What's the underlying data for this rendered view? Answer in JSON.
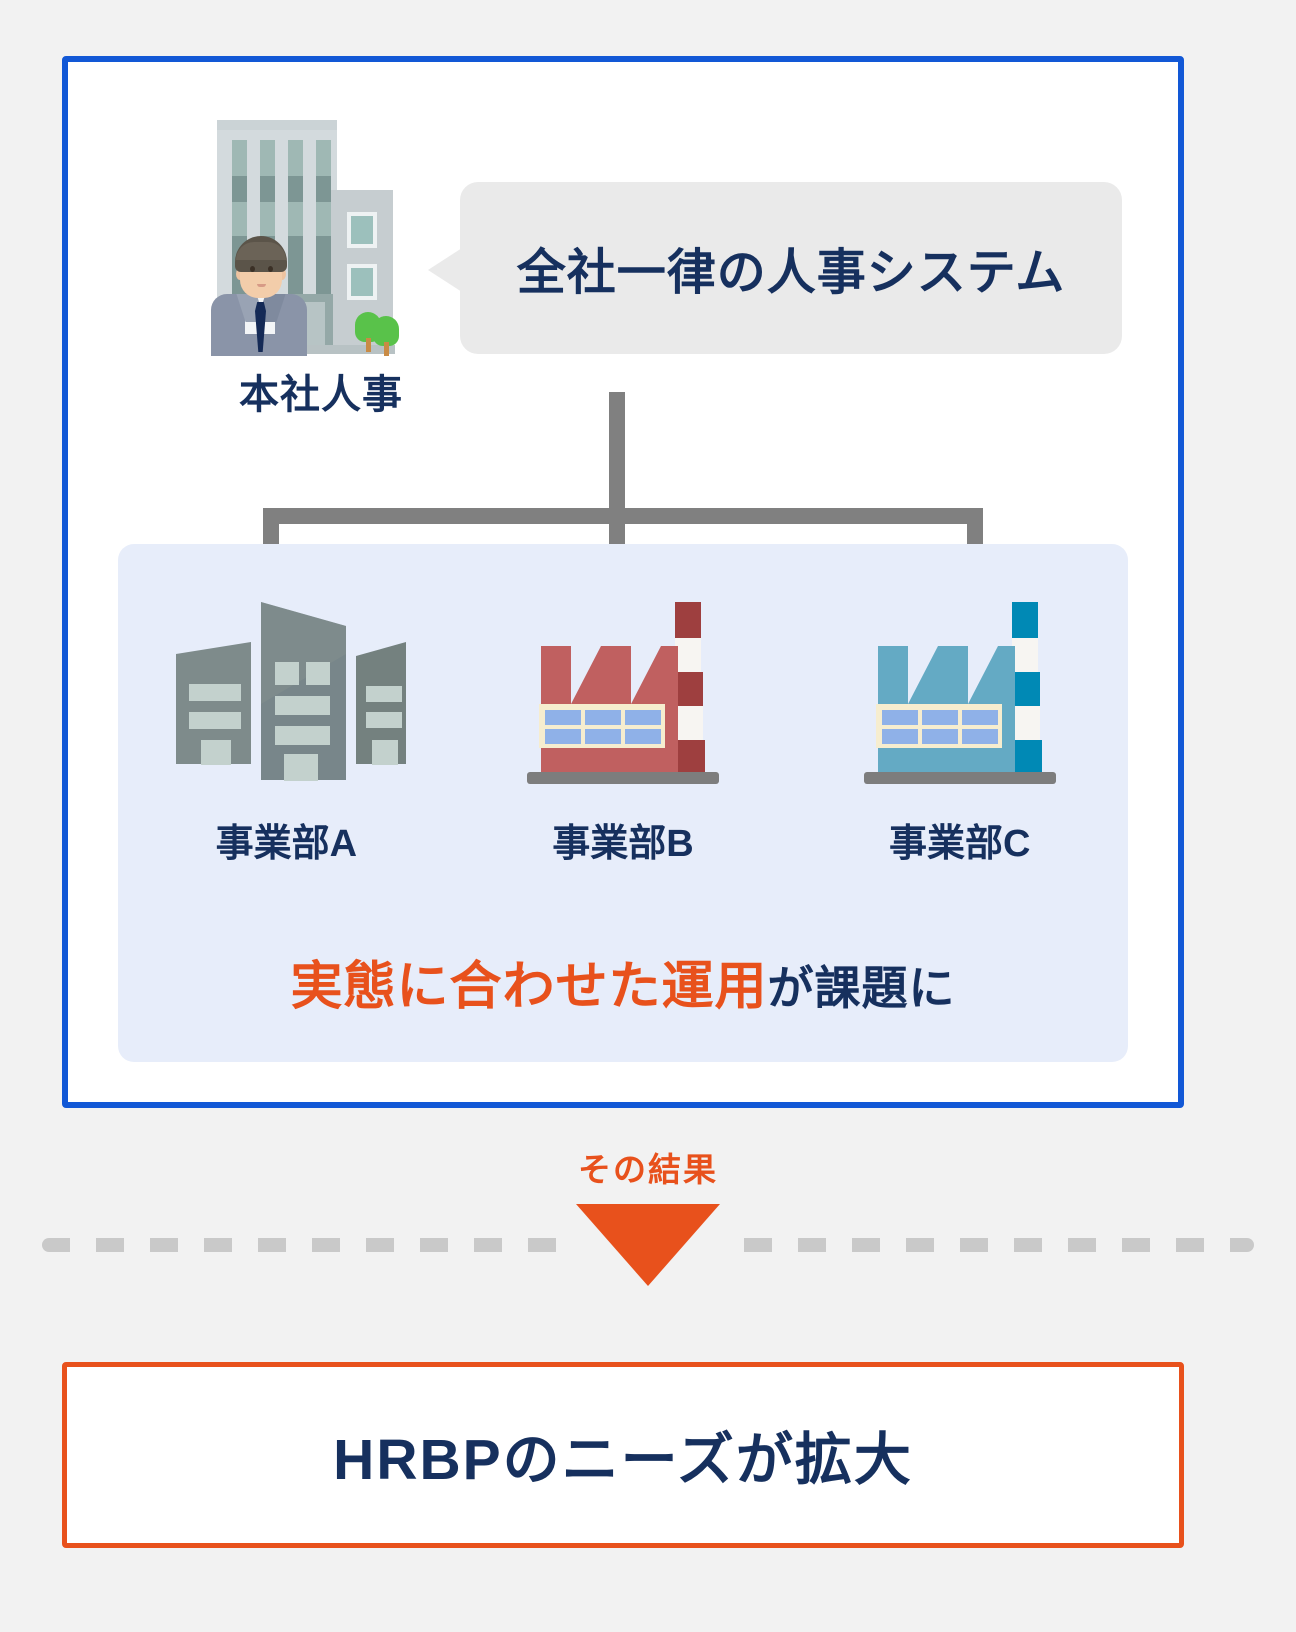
{
  "diagram": {
    "title_flow": "HRBP needs diagram",
    "hq": {
      "label": "本社人事",
      "bubble_text": "全社一律の人事システム",
      "icon": "office-building-with-businessman"
    },
    "divisions_panel": {
      "divisions": [
        {
          "label": "事業部A",
          "icon": "office-buildings-gray",
          "color": "#7e8b8b"
        },
        {
          "label": "事業部B",
          "icon": "factory-red",
          "color": "#c06060"
        },
        {
          "label": "事業部C",
          "icon": "factory-teal",
          "color": "#64aac4"
        }
      ],
      "issue_highlight": "実態に合わせた運用",
      "issue_rest": "が課題に"
    },
    "result": {
      "connector_label": "その結果",
      "conclusion": "HRBPのニーズが拡大"
    },
    "colors": {
      "frame_blue": "#1258d6",
      "accent_orange": "#e8511c",
      "navy_text": "#16305e",
      "panel_blue": "#e7edfa",
      "bubble_gray": "#eaeaea",
      "arrow_gray": "#808080",
      "dash_gray": "#c9c9c9",
      "page_bg": "#f2f2f2"
    }
  }
}
